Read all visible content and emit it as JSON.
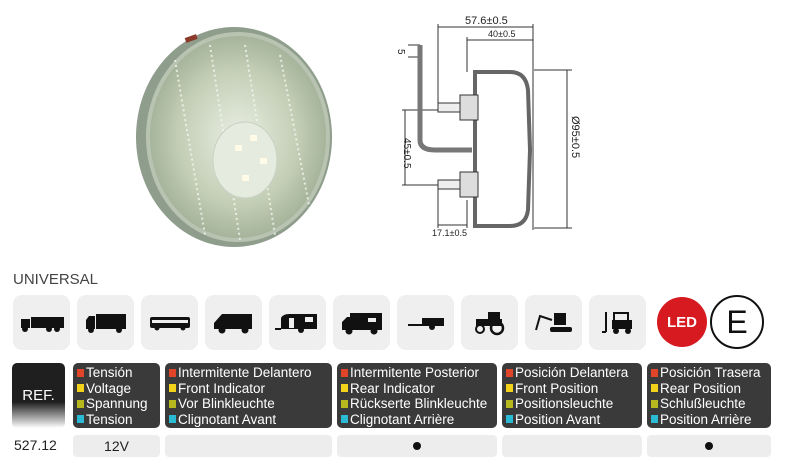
{
  "drawing": {
    "dim_total": "57.6±0.5",
    "dim_depth": "40±0.5",
    "dim_bracket": "5",
    "dim_spacing": "45±0.5",
    "dim_diameter": "Ø95±0.5",
    "dim_stud": "17.1±0.5"
  },
  "category": "UNIVERSAL",
  "vehicles": [
    "truck-trailer",
    "truck",
    "bus",
    "van",
    "caravan",
    "motorhome",
    "trailer",
    "tractor",
    "excavator",
    "forklift"
  ],
  "badges": {
    "led": "LED",
    "e_mark": "E"
  },
  "colors": {
    "red": "#e0452a",
    "yellow": "#f3d21a",
    "olive": "#b7b81d",
    "cyan": "#2bbad4",
    "header_bg": "#3a3a3a",
    "led_red": "#d71920"
  },
  "table": {
    "ref_label": "REF.",
    "columns": [
      {
        "lines": [
          "Tensión",
          "Voltage",
          "Spannung",
          "Tension"
        ]
      },
      {
        "lines": [
          "Intermitente Delantero",
          "Front Indicator",
          "Vor Blinkleuchte",
          "Clignotant Avant"
        ]
      },
      {
        "lines": [
          "Intermitente Posterior",
          "Rear Indicator",
          "Rückserte Blinkleuchte",
          "Clignotant Arrière"
        ]
      },
      {
        "lines": [
          "Posición Delantera",
          "Front Position",
          "Positionsleuchte",
          "Position Avant"
        ]
      },
      {
        "lines": [
          "Posición Trasera",
          "Rear Position",
          "Schlußleuchte",
          "Position Arrière"
        ]
      }
    ],
    "row": {
      "ref": "527.12",
      "voltage": "12V",
      "front_indicator": false,
      "rear_indicator": true,
      "front_position": false,
      "rear_position": true
    }
  }
}
